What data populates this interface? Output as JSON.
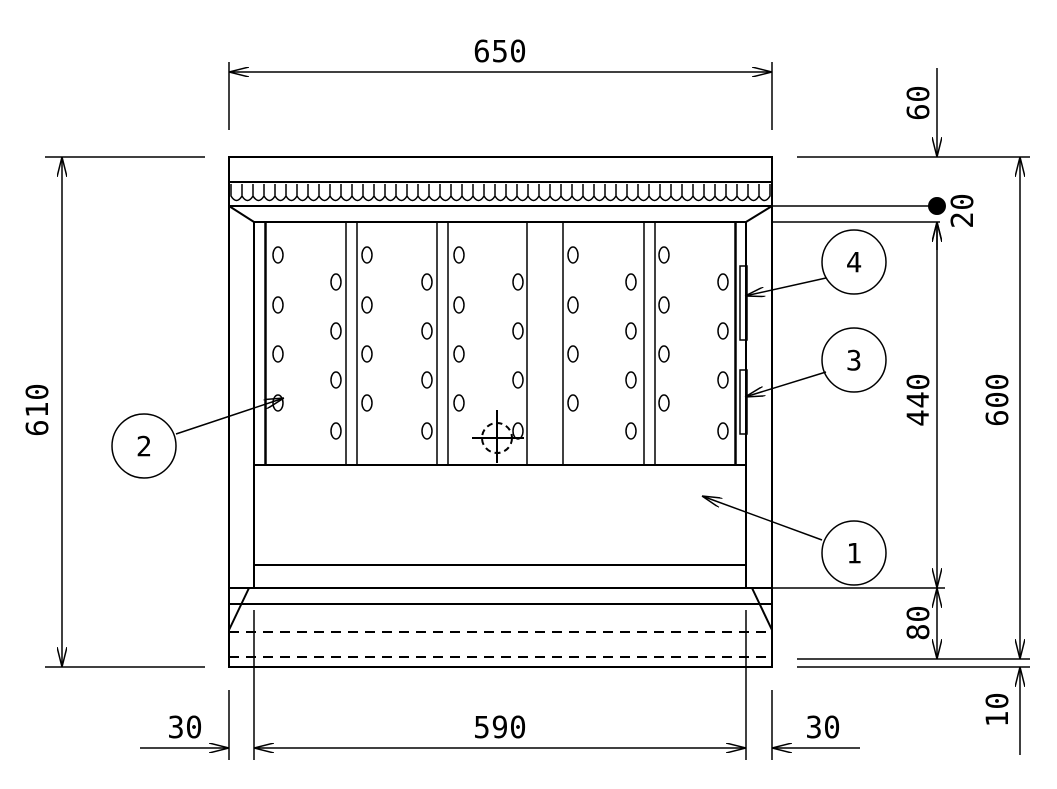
{
  "dimensions": {
    "overall_width": "650",
    "top_gap": "60",
    "top_strip": "20",
    "overall_height": "610",
    "body_height": "440",
    "right_height": "600",
    "base_height": "80",
    "bottom_gap": "10",
    "left_margin": "30",
    "inner_width": "590",
    "right_margin": "30"
  },
  "callouts": [
    "1",
    "2",
    "3",
    "4"
  ]
}
